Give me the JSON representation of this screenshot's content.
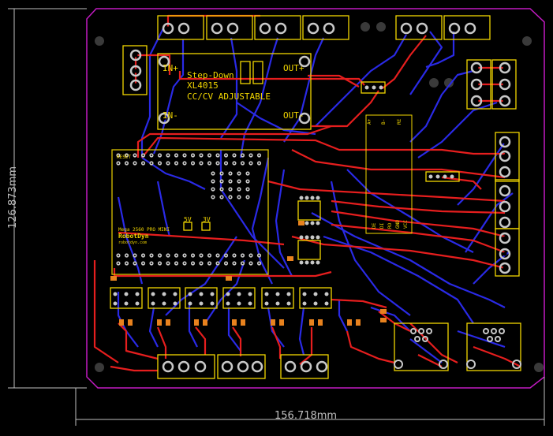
{
  "dimensions": {
    "height_label": "126.873mm",
    "width_label": "156.718mm"
  },
  "regulator": {
    "title_line1": "Step-Down",
    "title_line2": "XL4015",
    "title_line3": "CC/CV ADJUSTABLE",
    "in_plus": "IN+",
    "in_minus": "IN-",
    "out_plus": "OUT+",
    "out_minus": "OUT-"
  },
  "mega_board": {
    "reset_label": "RESET",
    "name_line1": "Mega 2560 PRO MINI",
    "brand": "RobotDyn",
    "site": "robotdyn.com",
    "jumper_5v": "5V",
    "jumper_3v": "3V"
  },
  "rs485_module": {
    "pin_labels": [
      "A+",
      "B-",
      "RE",
      "DE",
      "DI",
      "RO",
      "GND",
      "VCC"
    ]
  },
  "colors": {
    "background": "#000000",
    "board_outline": "#c21bc2",
    "silkscreen": "#f2d600",
    "top_copper": "#e61e1e",
    "bottom_copper": "#2a2ae6",
    "pad": "#c8c8c8",
    "dimension_lines": "#bfbfbf"
  }
}
